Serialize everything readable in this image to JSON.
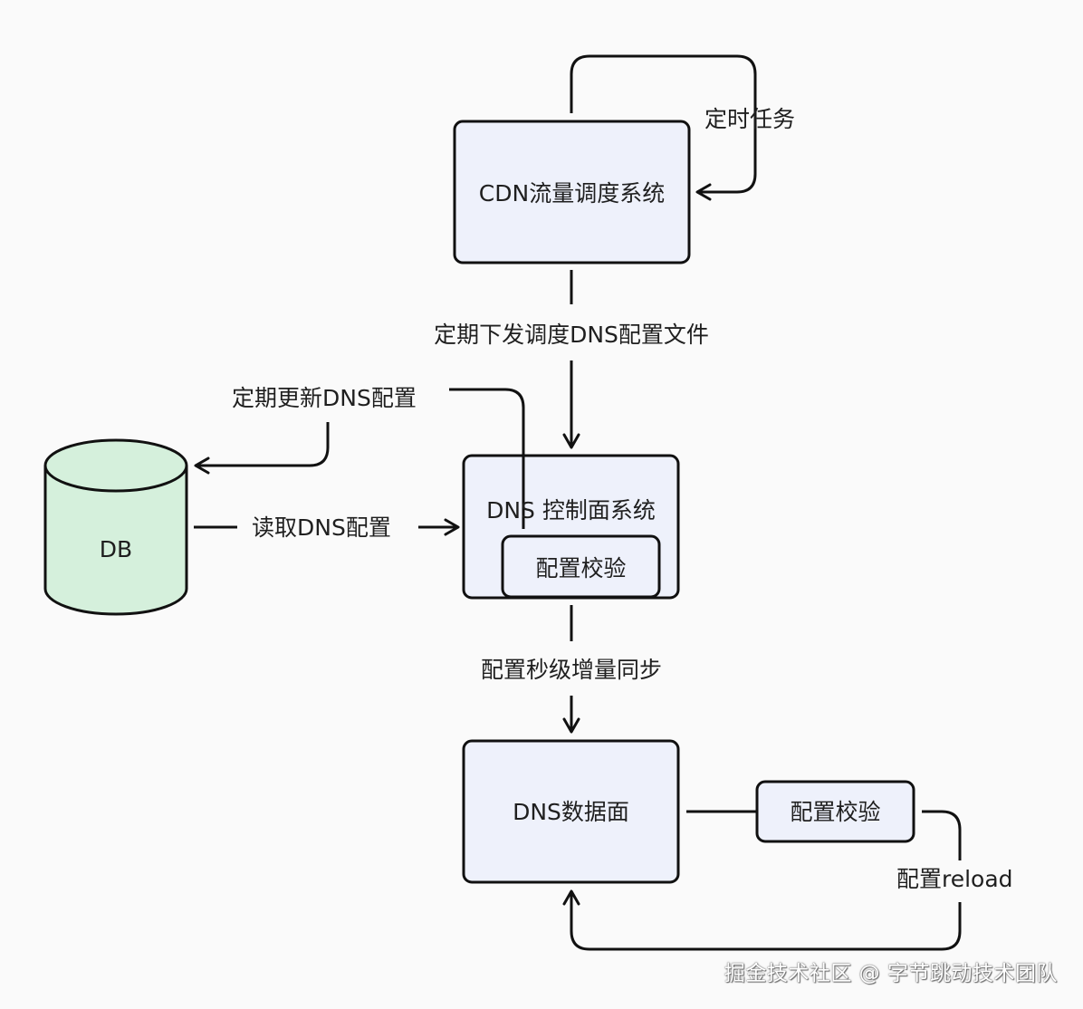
{
  "nodes": {
    "cdn": "CDN流量调度系统",
    "dns_control": "DNS 控制面系统",
    "control_check": "配置校验",
    "db": "DB",
    "dns_data": "DNS数据面",
    "data_check": "配置校验"
  },
  "edges": {
    "cron": "定时任务",
    "push_config": "定期下发调度DNS配置文件",
    "update_db": "定期更新DNS配置",
    "read_db": "读取DNS配置",
    "sync": "配置秒级增量同步",
    "reload": "配置reload"
  },
  "watermark": "掘金技术社区 @ 字节跳动技术团队",
  "colors": {
    "box_fill": "#eef1fb",
    "db_fill": "#d5f0dc",
    "stroke": "#111111",
    "background": "#fafafa"
  }
}
